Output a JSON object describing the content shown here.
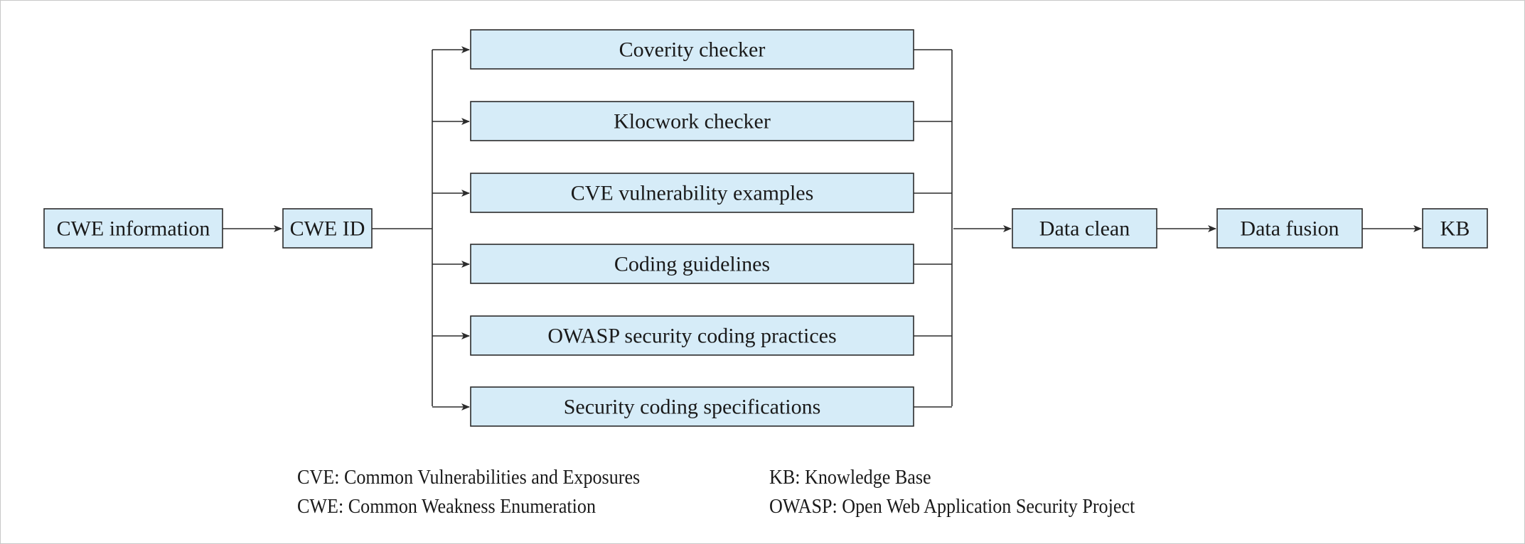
{
  "diagram": {
    "nodes": {
      "cwe_information": "CWE information",
      "cwe_id": "CWE ID",
      "sources": [
        "Coverity checker",
        "Klocwork checker",
        "CVE vulnerability examples",
        "Coding guidelines",
        "OWASP security coding practices",
        "Security coding specifications"
      ],
      "data_clean": "Data clean",
      "data_fusion": "Data fusion",
      "kb": "KB"
    },
    "edges": [
      [
        "CWE information",
        "CWE ID"
      ],
      [
        "CWE ID",
        "Coverity checker"
      ],
      [
        "CWE ID",
        "Klocwork checker"
      ],
      [
        "CWE ID",
        "CVE vulnerability examples"
      ],
      [
        "CWE ID",
        "Coding guidelines"
      ],
      [
        "CWE ID",
        "OWASP security coding practices"
      ],
      [
        "CWE ID",
        "Security coding specifications"
      ],
      [
        "Coverity checker",
        "Data clean"
      ],
      [
        "Klocwork checker",
        "Data clean"
      ],
      [
        "CVE vulnerability examples",
        "Data clean"
      ],
      [
        "Coding guidelines",
        "Data clean"
      ],
      [
        "OWASP security coding practices",
        "Data clean"
      ],
      [
        "Security coding specifications",
        "Data clean"
      ],
      [
        "Data clean",
        "Data fusion"
      ],
      [
        "Data fusion",
        "KB"
      ]
    ],
    "colors": {
      "box_fill": "#d6ecf8",
      "stroke": "#2b2b2b"
    }
  },
  "legend": {
    "left": [
      "CVE: Common Vulnerabilities and Exposures",
      "CWE: Common Weakness Enumeration"
    ],
    "right": [
      "KB: Knowledge Base",
      "OWASP: Open Web Application Security Project"
    ]
  }
}
